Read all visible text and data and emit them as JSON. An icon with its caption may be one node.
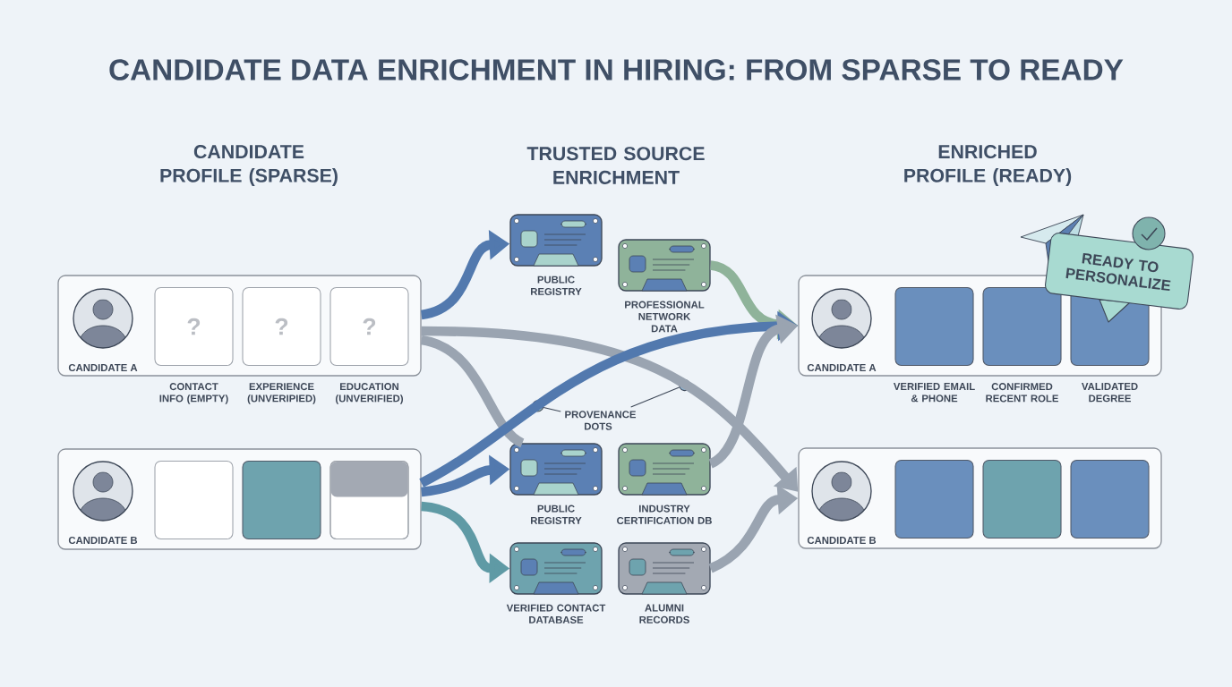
{
  "diagram": {
    "title": "CANDIDATE DATA ENRICHMENT IN HIRING: FROM SPARSE TO READY",
    "nodes": [
      {
        "text": [
          "CANDIDATE A"
        ]
      },
      {
        "text": [
          "?"
        ],
        "in": 0,
        "beside": [
          "CONTACT INFO (EMPTY)"
        ]
      },
      {
        "text": [
          "?"
        ],
        "in": 0,
        "beside": [
          "EXPERIENCE (UNVERIPIED)"
        ]
      },
      {
        "text": [
          "?"
        ],
        "in": 0,
        "beside": [
          "EDUCATION (UNVERIFIED)"
        ]
      },
      {
        "text": [
          "CANDIDATE B"
        ]
      },
      {
        "text": [],
        "shape": "box",
        "in": 4
      },
      {
        "text": [],
        "shape": "box",
        "in": 4
      },
      {
        "text": [],
        "shape": "box",
        "in": 4
      },
      {
        "text": [
          "PUBLIC REGISTRY"
        ]
      },
      {
        "text": [
          "PROFESSIONAL NETWORK DATA"
        ]
      },
      {
        "text": [
          "PUBLIC REGISTRY"
        ]
      },
      {
        "text": [
          "INDUSTRY CERTIFICATION DB"
        ]
      },
      {
        "text": [
          "VERIFIED CONTACT DATABASE"
        ]
      },
      {
        "text": [
          "ALUMNI RECORDS"
        ]
      },
      {
        "text": [
          "CANDIDATE A"
        ]
      },
      {
        "text": [],
        "shape": "box",
        "in": 14,
        "beside": [
          "VERIFIED EMAIL & PHONE"
        ]
      },
      {
        "text": [],
        "shape": "box",
        "in": 14,
        "beside": [
          "CONFIRMED RECENT ROLE"
        ]
      },
      {
        "text": [],
        "shape": "box",
        "in": 14,
        "beside": [
          "VALIDATED DEGREE"
        ]
      },
      {
        "text": [
          "CANDIDATE B"
        ]
      },
      {
        "text": [],
        "shape": "box",
        "in": 18
      },
      {
        "text": [],
        "shape": "box",
        "in": 18
      },
      {
        "text": [],
        "shape": "box",
        "in": 18
      },
      {
        "text": [
          "READY TO PERSONALIZE"
        ]
      },
      {
        "text": [
          "PROVENANCE DOTS"
        ]
      },
      {
        "text": [],
        "shape": "circle"
      },
      {
        "text": [],
        "shape": "circle"
      }
    ],
    "edges": [
      {
        "from": 0,
        "to": 8,
        "arrow": "to",
        "color": "#5279ae"
      },
      {
        "from": 0,
        "to": 18,
        "arrow": "to"
      },
      {
        "from": 0,
        "to": 10,
        "arrow": "none"
      },
      {
        "from": 9,
        "to": 14,
        "arrow": "to",
        "color": "#8fb39a"
      },
      {
        "from": 4,
        "to": 14,
        "arrow": "to",
        "color": "#5279ae"
      },
      {
        "from": 4,
        "to": 10,
        "arrow": "to",
        "color": "#5279ae"
      },
      {
        "from": 4,
        "to": 12,
        "arrow": "to",
        "color": "#5f9aa5"
      },
      {
        "from": 11,
        "to": 14,
        "arrow": "to"
      },
      {
        "from": 13,
        "to": 18,
        "arrow": "to"
      },
      {
        "from": 23,
        "to": 24,
        "arrow": "none",
        "color": "#3d4757"
      },
      {
        "from": 23,
        "to": 25,
        "arrow": "none",
        "color": "#3d4757"
      }
    ],
    "labels": [
      "CANDIDATE PROFILE (SPARSE)",
      "TRUSTED SOURCE ENRICHMENT",
      "ENRICHED PROFILE (READY)"
    ]
  }
}
